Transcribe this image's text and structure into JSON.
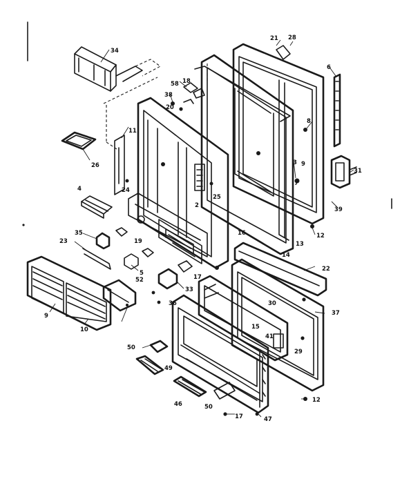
{
  "diagram": {
    "callouts": [
      {
        "id": "c21",
        "text": "21"
      },
      {
        "id": "c28",
        "text": "28"
      },
      {
        "id": "c34",
        "text": "34"
      },
      {
        "id": "c6",
        "text": "6"
      },
      {
        "id": "c58",
        "text": "58"
      },
      {
        "id": "c18",
        "text": "18"
      },
      {
        "id": "c38",
        "text": "38"
      },
      {
        "id": "c20",
        "text": "20"
      },
      {
        "id": "c11",
        "text": "11"
      },
      {
        "id": "c8",
        "text": "8"
      },
      {
        "id": "c3",
        "text": "3"
      },
      {
        "id": "c26",
        "text": "26"
      },
      {
        "id": "c9",
        "text": "9"
      },
      {
        "id": "c31",
        "text": "31"
      },
      {
        "id": "c24",
        "text": "24"
      },
      {
        "id": "c7",
        "text": "7"
      },
      {
        "id": "c25",
        "text": "25"
      },
      {
        "id": "c4",
        "text": "4"
      },
      {
        "id": "c2",
        "text": "2"
      },
      {
        "id": "c39",
        "text": "39"
      },
      {
        "id": "c12",
        "text": "12"
      },
      {
        "id": "c13",
        "text": "13"
      },
      {
        "id": "c16",
        "text": "16"
      },
      {
        "id": "c14",
        "text": "14"
      },
      {
        "id": "c35",
        "text": "35"
      },
      {
        "id": "c19",
        "text": "19"
      },
      {
        "id": "c23",
        "text": "23"
      },
      {
        "id": "c22",
        "text": "22"
      },
      {
        "id": "c5",
        "text": "5"
      },
      {
        "id": "c52",
        "text": "52"
      },
      {
        "id": "c17",
        "text": "17"
      },
      {
        "id": "c33",
        "text": "33"
      },
      {
        "id": "c36",
        "text": "36"
      },
      {
        "id": "c30",
        "text": "30"
      },
      {
        "id": "c37",
        "text": "37"
      },
      {
        "id": "c15",
        "text": "15"
      },
      {
        "id": "c41",
        "text": "41"
      },
      {
        "id": "c29",
        "text": "29"
      },
      {
        "id": "c9b",
        "text": "9"
      },
      {
        "id": "c10",
        "text": "10"
      },
      {
        "id": "c50",
        "text": "50"
      },
      {
        "id": "c49",
        "text": "49"
      },
      {
        "id": "c46",
        "text": "46"
      },
      {
        "id": "c50b",
        "text": "50"
      },
      {
        "id": "c12b",
        "text": "12"
      },
      {
        "id": "c17b",
        "text": "17"
      },
      {
        "id": "c47",
        "text": "47"
      }
    ]
  }
}
